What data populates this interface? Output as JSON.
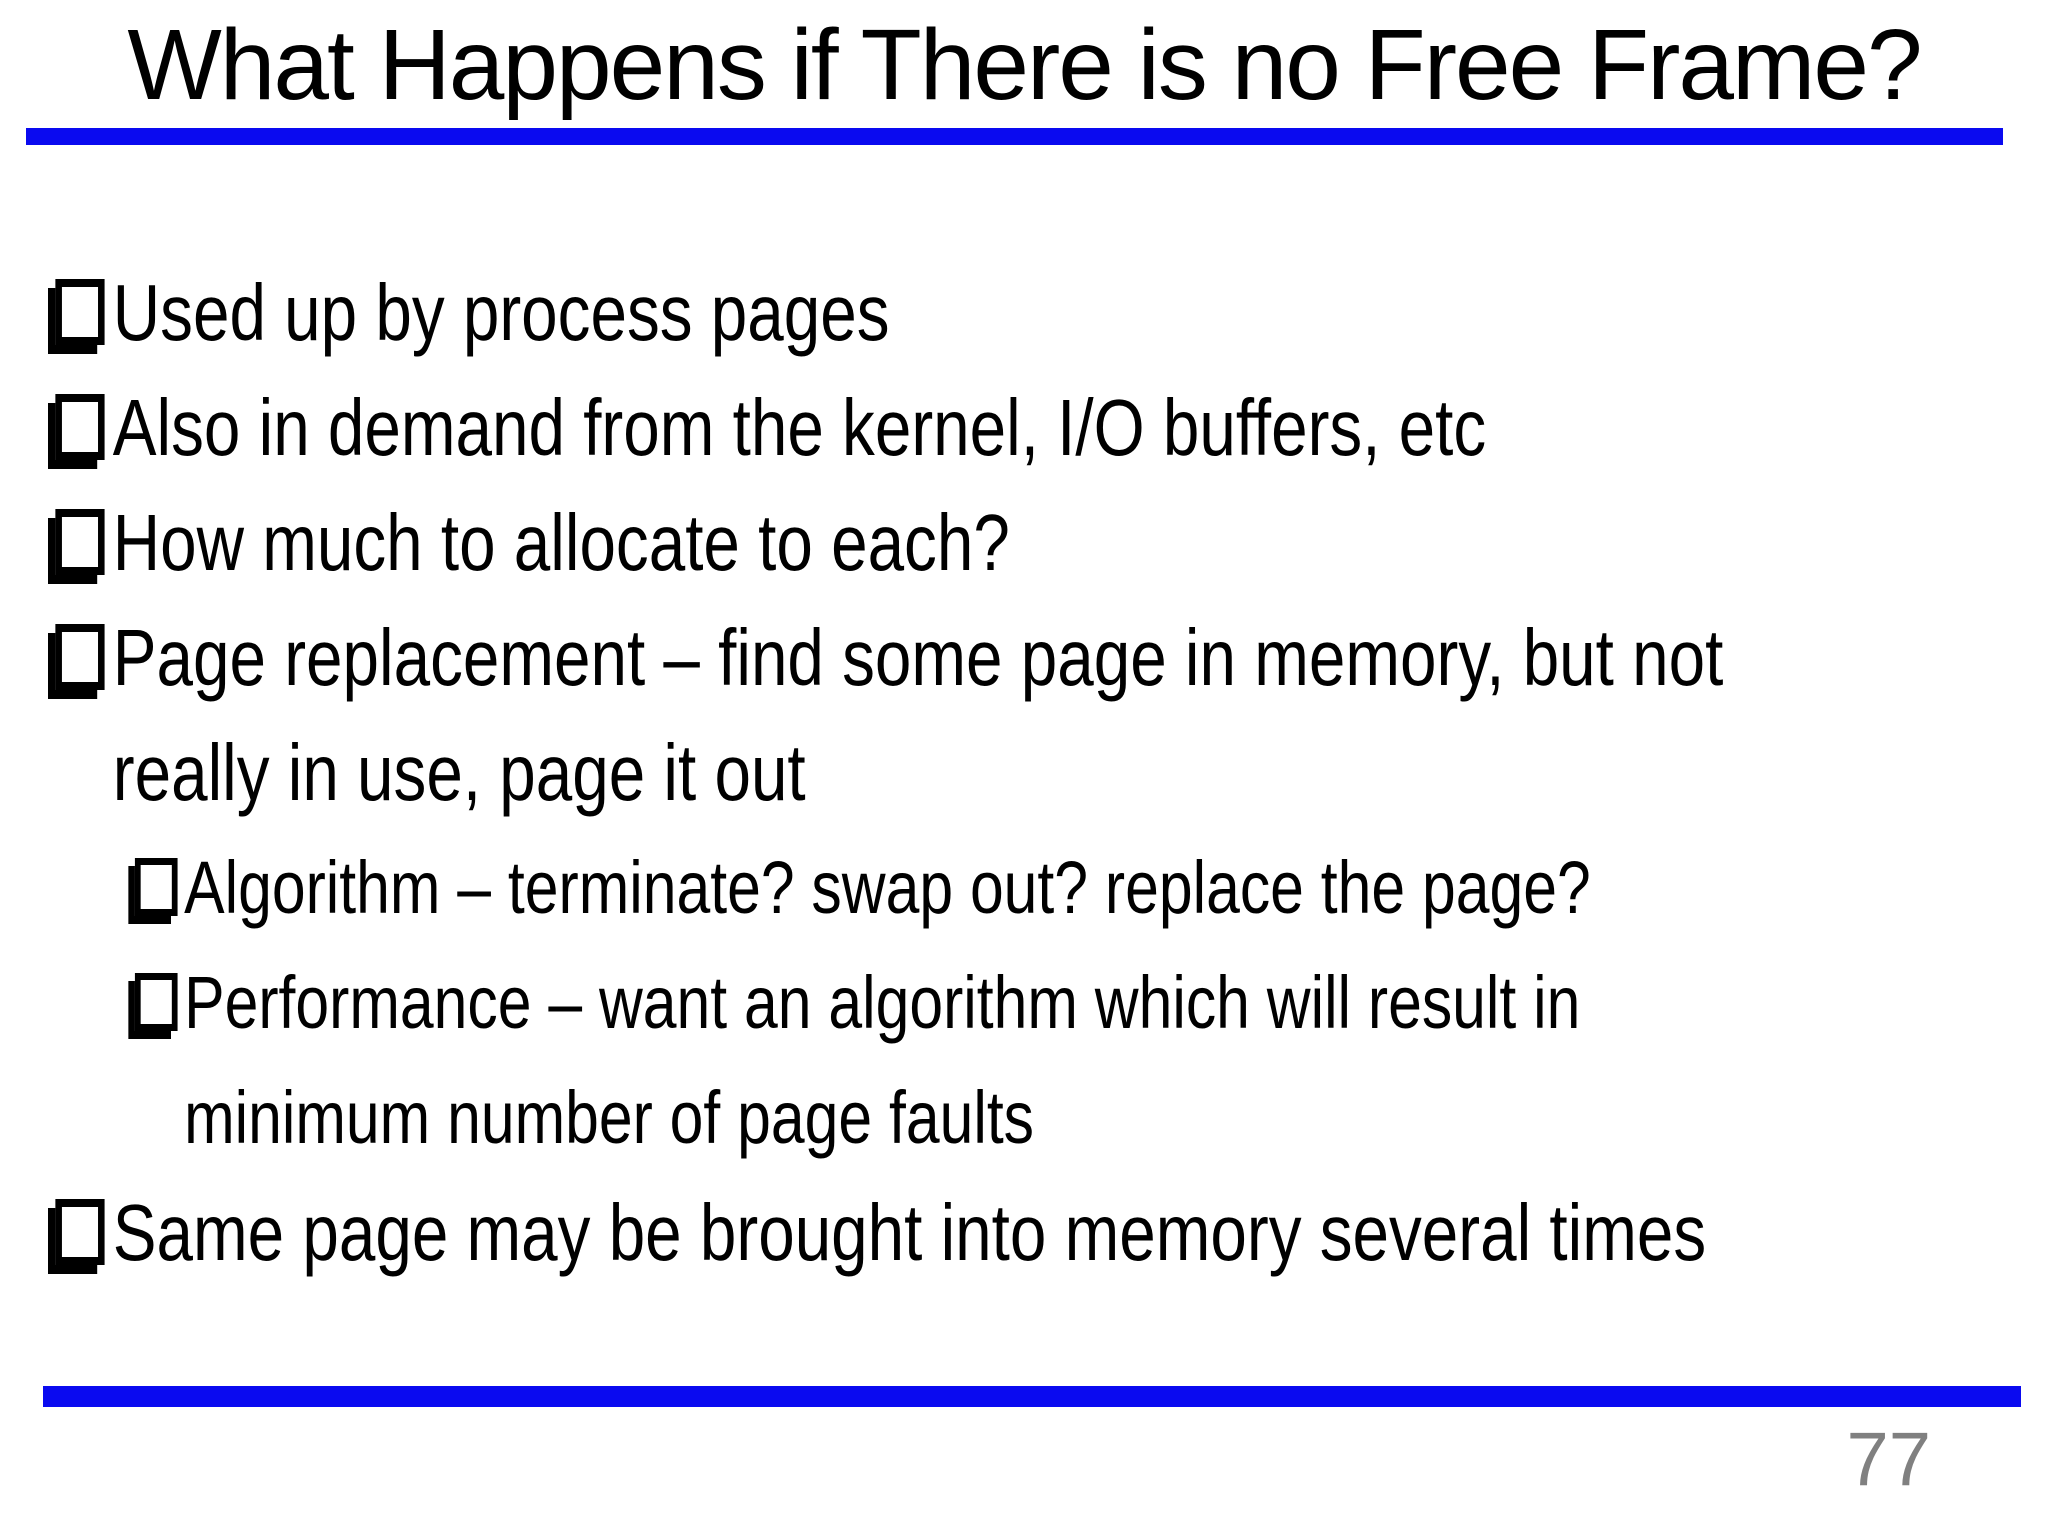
{
  "slide": {
    "title": "What Happens if There is no Free Frame?",
    "bullets": [
      {
        "level": 1,
        "text": "Used up by process pages"
      },
      {
        "level": 1,
        "text": "Also in demand from the kernel, I/O buffers, etc"
      },
      {
        "level": 1,
        "text": "How much to allocate to each?"
      },
      {
        "level": 1,
        "text": "Page replacement – find some page in memory, but not\nreally in use, page it out"
      },
      {
        "level": 2,
        "text": "Algorithm – terminate? swap out? replace the page?"
      },
      {
        "level": 2,
        "text": "Performance – want an algorithm which will result in\nminimum number of page faults"
      },
      {
        "level": 1,
        "text": "Same page may be brought into memory several times"
      }
    ],
    "page_number": "77"
  },
  "colors": {
    "accent_blue": "#0a0af0",
    "text_black": "#000000",
    "page_number_gray": "#808080"
  },
  "icons": {
    "bullet": "shadowed-square-bullet"
  }
}
